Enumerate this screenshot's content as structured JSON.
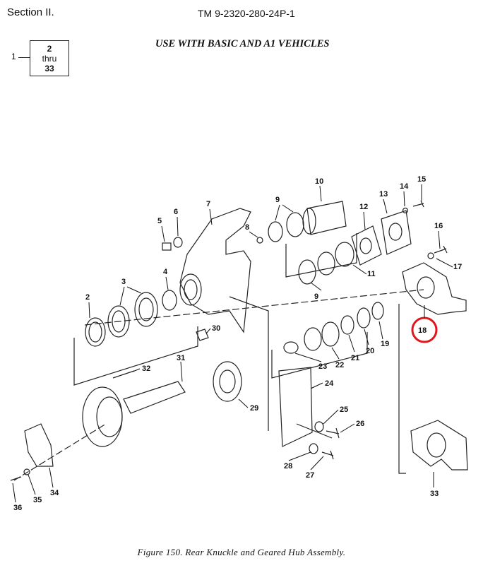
{
  "header": {
    "section": "Section II.",
    "tm_number": "TM 9-2320-280-24P-1"
  },
  "applicability": "USE WITH BASIC AND A1 VEHICLES",
  "item_range": {
    "lead": "1",
    "first": "2",
    "connector": "thru",
    "last": "33"
  },
  "callouts": [
    "1",
    "2",
    "3",
    "4",
    "5",
    "6",
    "7",
    "8",
    "9",
    "10",
    "11",
    "12",
    "13",
    "14",
    "15",
    "16",
    "17",
    "18",
    "19",
    "20",
    "21",
    "22",
    "23",
    "24",
    "25",
    "26",
    "27",
    "28",
    "29",
    "30",
    "31",
    "32",
    "33",
    "34",
    "35",
    "36"
  ],
  "highlight": {
    "item": "18",
    "color": "#e0161d"
  },
  "caption": "Figure 150.  Rear Knuckle and Geared Hub Assembly."
}
